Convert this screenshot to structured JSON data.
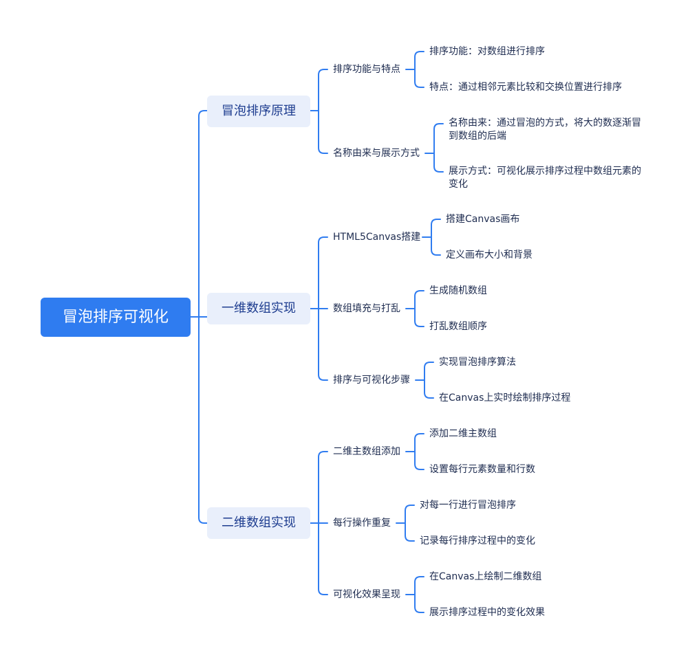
{
  "root": "冒泡排序可视化",
  "branches": [
    {
      "label": "冒泡排序原理",
      "children": [
        {
          "label": "排序功能与特点",
          "children": [
            "排序功能：对数组进行排序",
            "特点：通过相邻元素比较和交换位置进行排序"
          ]
        },
        {
          "label": "名称由来与展示方式",
          "children": [
            "名称由来：通过冒泡的方式，将大的数逐渐冒到数组的后端",
            "展示方式：可视化展示排序过程中数组元素的变化"
          ]
        }
      ]
    },
    {
      "label": "一维数组实现",
      "children": [
        {
          "label": "HTML5Canvas搭建",
          "children": [
            "搭建Canvas画布",
            "定义画布大小和背景"
          ]
        },
        {
          "label": "数组填充与打乱",
          "children": [
            "生成随机数组",
            "打乱数组顺序"
          ]
        },
        {
          "label": "排序与可视化步骤",
          "children": [
            "实现冒泡排序算法",
            "在Canvas上实时绘制排序过程"
          ]
        }
      ]
    },
    {
      "label": "二维数组实现",
      "children": [
        {
          "label": "二维主数组添加",
          "children": [
            "添加二维主数组",
            "设置每行元素数量和行数"
          ]
        },
        {
          "label": "每行操作重复",
          "children": [
            "对每一行进行冒泡排序",
            "记录每行排序过程中的变化"
          ]
        },
        {
          "label": "可视化效果呈现",
          "children": [
            "在Canvas上绘制二维数组",
            "展示排序过程中的变化效果"
          ]
        }
      ]
    }
  ],
  "colors": {
    "line": "#2f7cf0",
    "root_bg": "#2f7cf0",
    "branch_bg": "#e9effb"
  }
}
